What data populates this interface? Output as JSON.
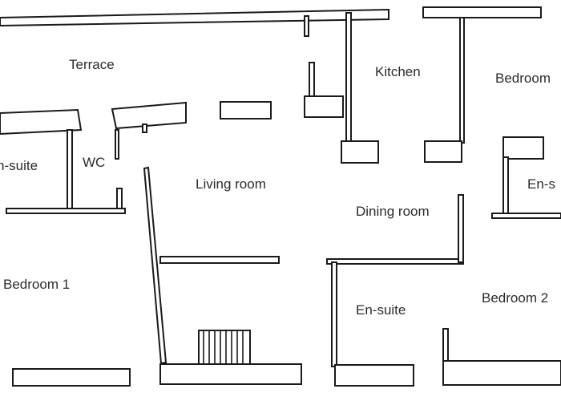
{
  "rooms": {
    "terrace": "Terrace",
    "kitchen": "Kitchen",
    "bedroom_top_right": "Bedroom",
    "ensuite_left": "n-suite",
    "wc": "WC",
    "living_room": "Living room",
    "ensuite_right": "En-s",
    "dining_room": "Dining room",
    "bedroom_1": "Bedroom 1",
    "ensuite_bottom": "En-suite",
    "bedroom_2": "Bedroom 2"
  },
  "colors": {
    "wall": "#1a1a1a",
    "background": "#ffffff",
    "text": "#2b2b2b"
  }
}
